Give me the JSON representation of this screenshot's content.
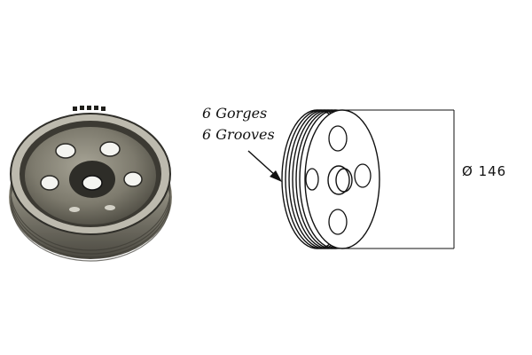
{
  "labels": {
    "grooves_fr": "6 Gorges",
    "grooves_en": "6 Grooves",
    "diameter": "Ø 146"
  },
  "colors": {
    "metal_dark": "#3a3a34",
    "metal_mid": "#8f8c80",
    "metal_light": "#d8d6cc",
    "line": "#111111"
  }
}
